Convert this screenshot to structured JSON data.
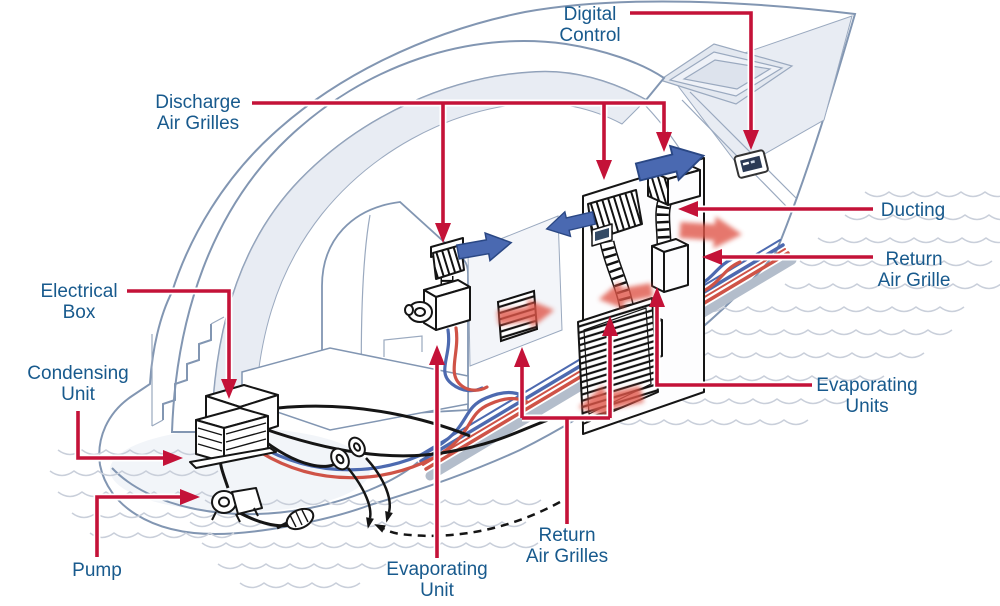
{
  "title": "Marine air conditioning system cutaway diagram",
  "labels": [
    {
      "id": "digital-control",
      "lines": [
        "Digital",
        "Control"
      ]
    },
    {
      "id": "discharge-air-grilles",
      "lines": [
        "Discharge",
        "Air Grilles"
      ]
    },
    {
      "id": "ducting",
      "lines": [
        "Ducting"
      ]
    },
    {
      "id": "return-air-grille",
      "lines": [
        "Return",
        "Air Grille"
      ]
    },
    {
      "id": "electrical-box",
      "lines": [
        "Electrical",
        "Box"
      ]
    },
    {
      "id": "condensing-unit",
      "lines": [
        "Condensing",
        "Unit"
      ]
    },
    {
      "id": "pump",
      "lines": [
        "Pump"
      ]
    },
    {
      "id": "evaporating-unit",
      "lines": [
        "Evaporating",
        "Unit"
      ]
    },
    {
      "id": "return-air-grilles",
      "lines": [
        "Return",
        "Air Grilles"
      ]
    },
    {
      "id": "evaporating-units",
      "lines": [
        "Evaporating",
        "Units"
      ]
    }
  ],
  "components": [
    "digital-control-panel",
    "discharge-air-grille",
    "flexible-ducting",
    "return-air-grille",
    "electrical-box",
    "condensing-unit",
    "seawater-pump",
    "evaporating-unit",
    "seawater-strainer",
    "through-hull-fitting"
  ],
  "colors": {
    "label_text": "#185a8d",
    "callout_red": "#c41238",
    "airflow_blue": "#4a69b1",
    "airflow_warm": "#e05648",
    "pipe_red": "#cf5347",
    "pipe_blue": "#4d6ab0",
    "hull_line": "#8296b2",
    "wave": "#c9cfda"
  }
}
